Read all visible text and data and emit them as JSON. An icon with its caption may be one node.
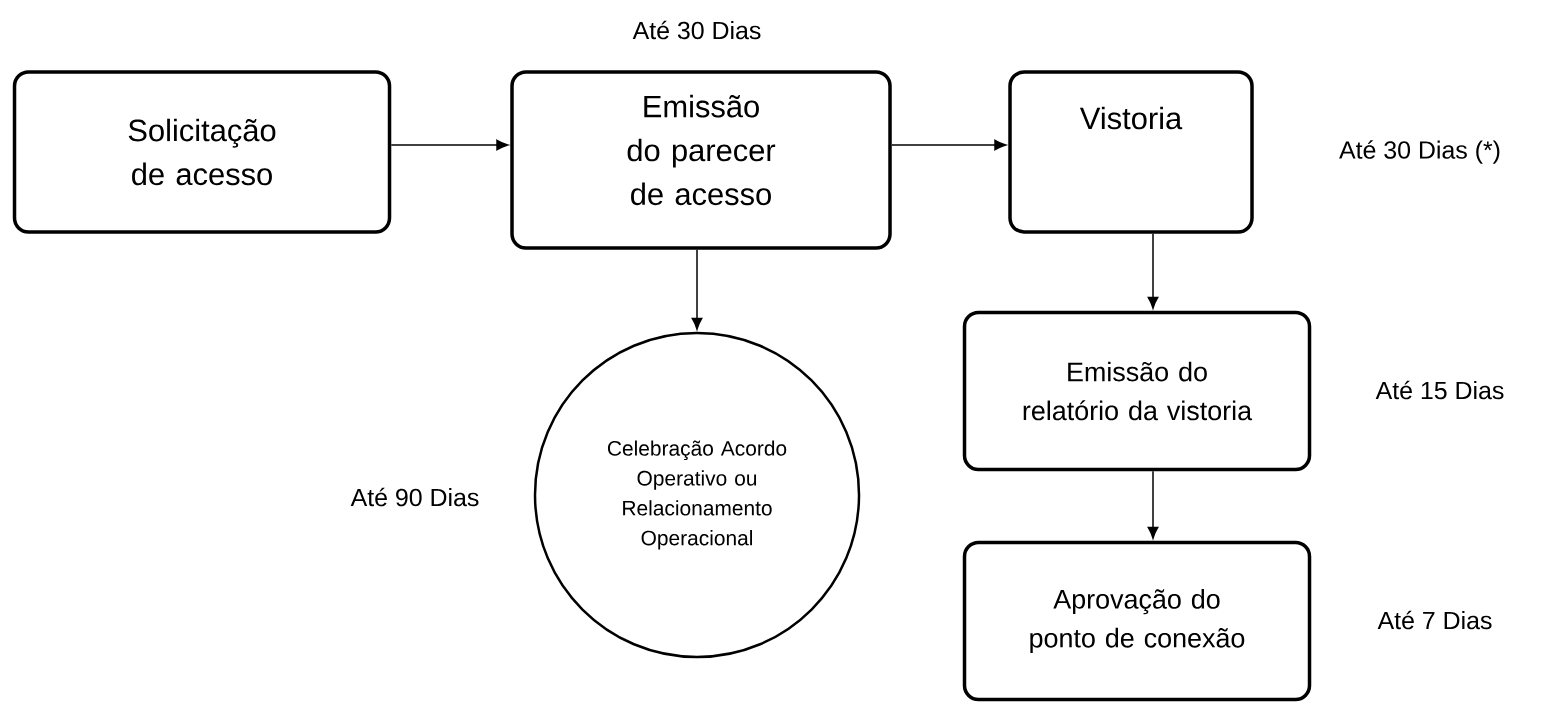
{
  "diagram": {
    "nodes": [
      {
        "text": [
          "Solicitação de acesso"
        ]
      },
      {
        "text": [
          "Emissão do parecer de acesso"
        ],
        "beside": [
          "Até 30 Dias"
        ]
      },
      {
        "text": [
          "Vistoria"
        ],
        "beside": [
          "Até 30 Dias (*)"
        ]
      },
      {
        "text": [
          "Celebração Acordo Operativo ou Relacionamento Operacional"
        ],
        "beside": [
          "Até 90 Dias"
        ]
      },
      {
        "text": [
          "Emissão do relatório da vistoria"
        ],
        "beside": [
          "Até 15 Dias"
        ]
      },
      {
        "text": [
          "Aprovação do ponto de conexão"
        ],
        "beside": [
          "Até 7 Dias"
        ]
      }
    ],
    "edges": [
      {
        "from": 0,
        "to": 1,
        "arrow": "to"
      },
      {
        "from": 1,
        "to": 2,
        "arrow": "to"
      },
      {
        "from": 1,
        "to": 3,
        "arrow": "to"
      },
      {
        "from": 2,
        "to": 4,
        "arrow": "to"
      },
      {
        "from": 4,
        "to": 5,
        "arrow": "to"
      }
    ]
  }
}
